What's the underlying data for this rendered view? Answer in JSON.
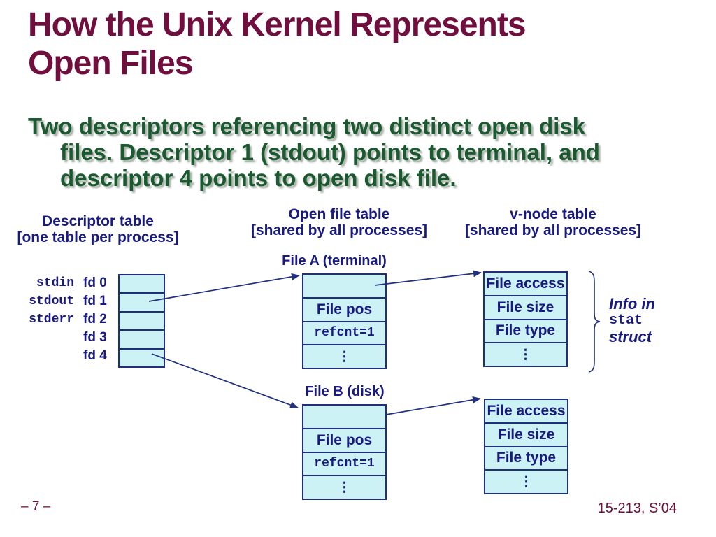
{
  "title": {
    "line1": "How the Unix Kernel Represents",
    "line2": "Open Files"
  },
  "subtitle": {
    "line1": "Two descriptors referencing two distinct open disk",
    "line2": "files. Descriptor 1 (stdout) points to terminal, and",
    "line3": "descriptor 4 points to open disk file."
  },
  "columns": {
    "descriptor": {
      "title": "Descriptor table",
      "note": "[one table per process]"
    },
    "open_file": {
      "title": "Open file table",
      "note": "[shared by all processes]"
    },
    "vnode": {
      "title": "v-node table",
      "note": "[shared by all processes]"
    }
  },
  "descriptor_table": {
    "std_labels": [
      "stdin",
      "stdout",
      "stderr"
    ],
    "fd_labels": [
      "fd 0",
      "fd 1",
      "fd 2",
      "fd 3",
      "fd 4"
    ]
  },
  "file_a": {
    "title": "File A (terminal)",
    "rows": [
      "",
      "File pos",
      "refcnt=1",
      "⋮"
    ]
  },
  "file_b": {
    "title": "File B (disk)",
    "rows": [
      "",
      "File pos",
      "refcnt=1",
      "⋮"
    ]
  },
  "vnode_a": {
    "rows": [
      "File access",
      "File size",
      "File type",
      "⋮"
    ]
  },
  "vnode_b": {
    "rows": [
      "File access",
      "File size",
      "File type",
      "⋮"
    ]
  },
  "stat_note": {
    "line1": "Info in",
    "line2": "stat",
    "line3": "struct"
  },
  "footer": {
    "page": "– 7 –",
    "course": "15-213, S’04"
  },
  "colors": {
    "title_color": "#700E3E",
    "green": "#1B5930",
    "navy": "#191A80",
    "border_navy": "#1F2F7E",
    "fill": "#CCF2F5",
    "arrow": "#20307F"
  }
}
